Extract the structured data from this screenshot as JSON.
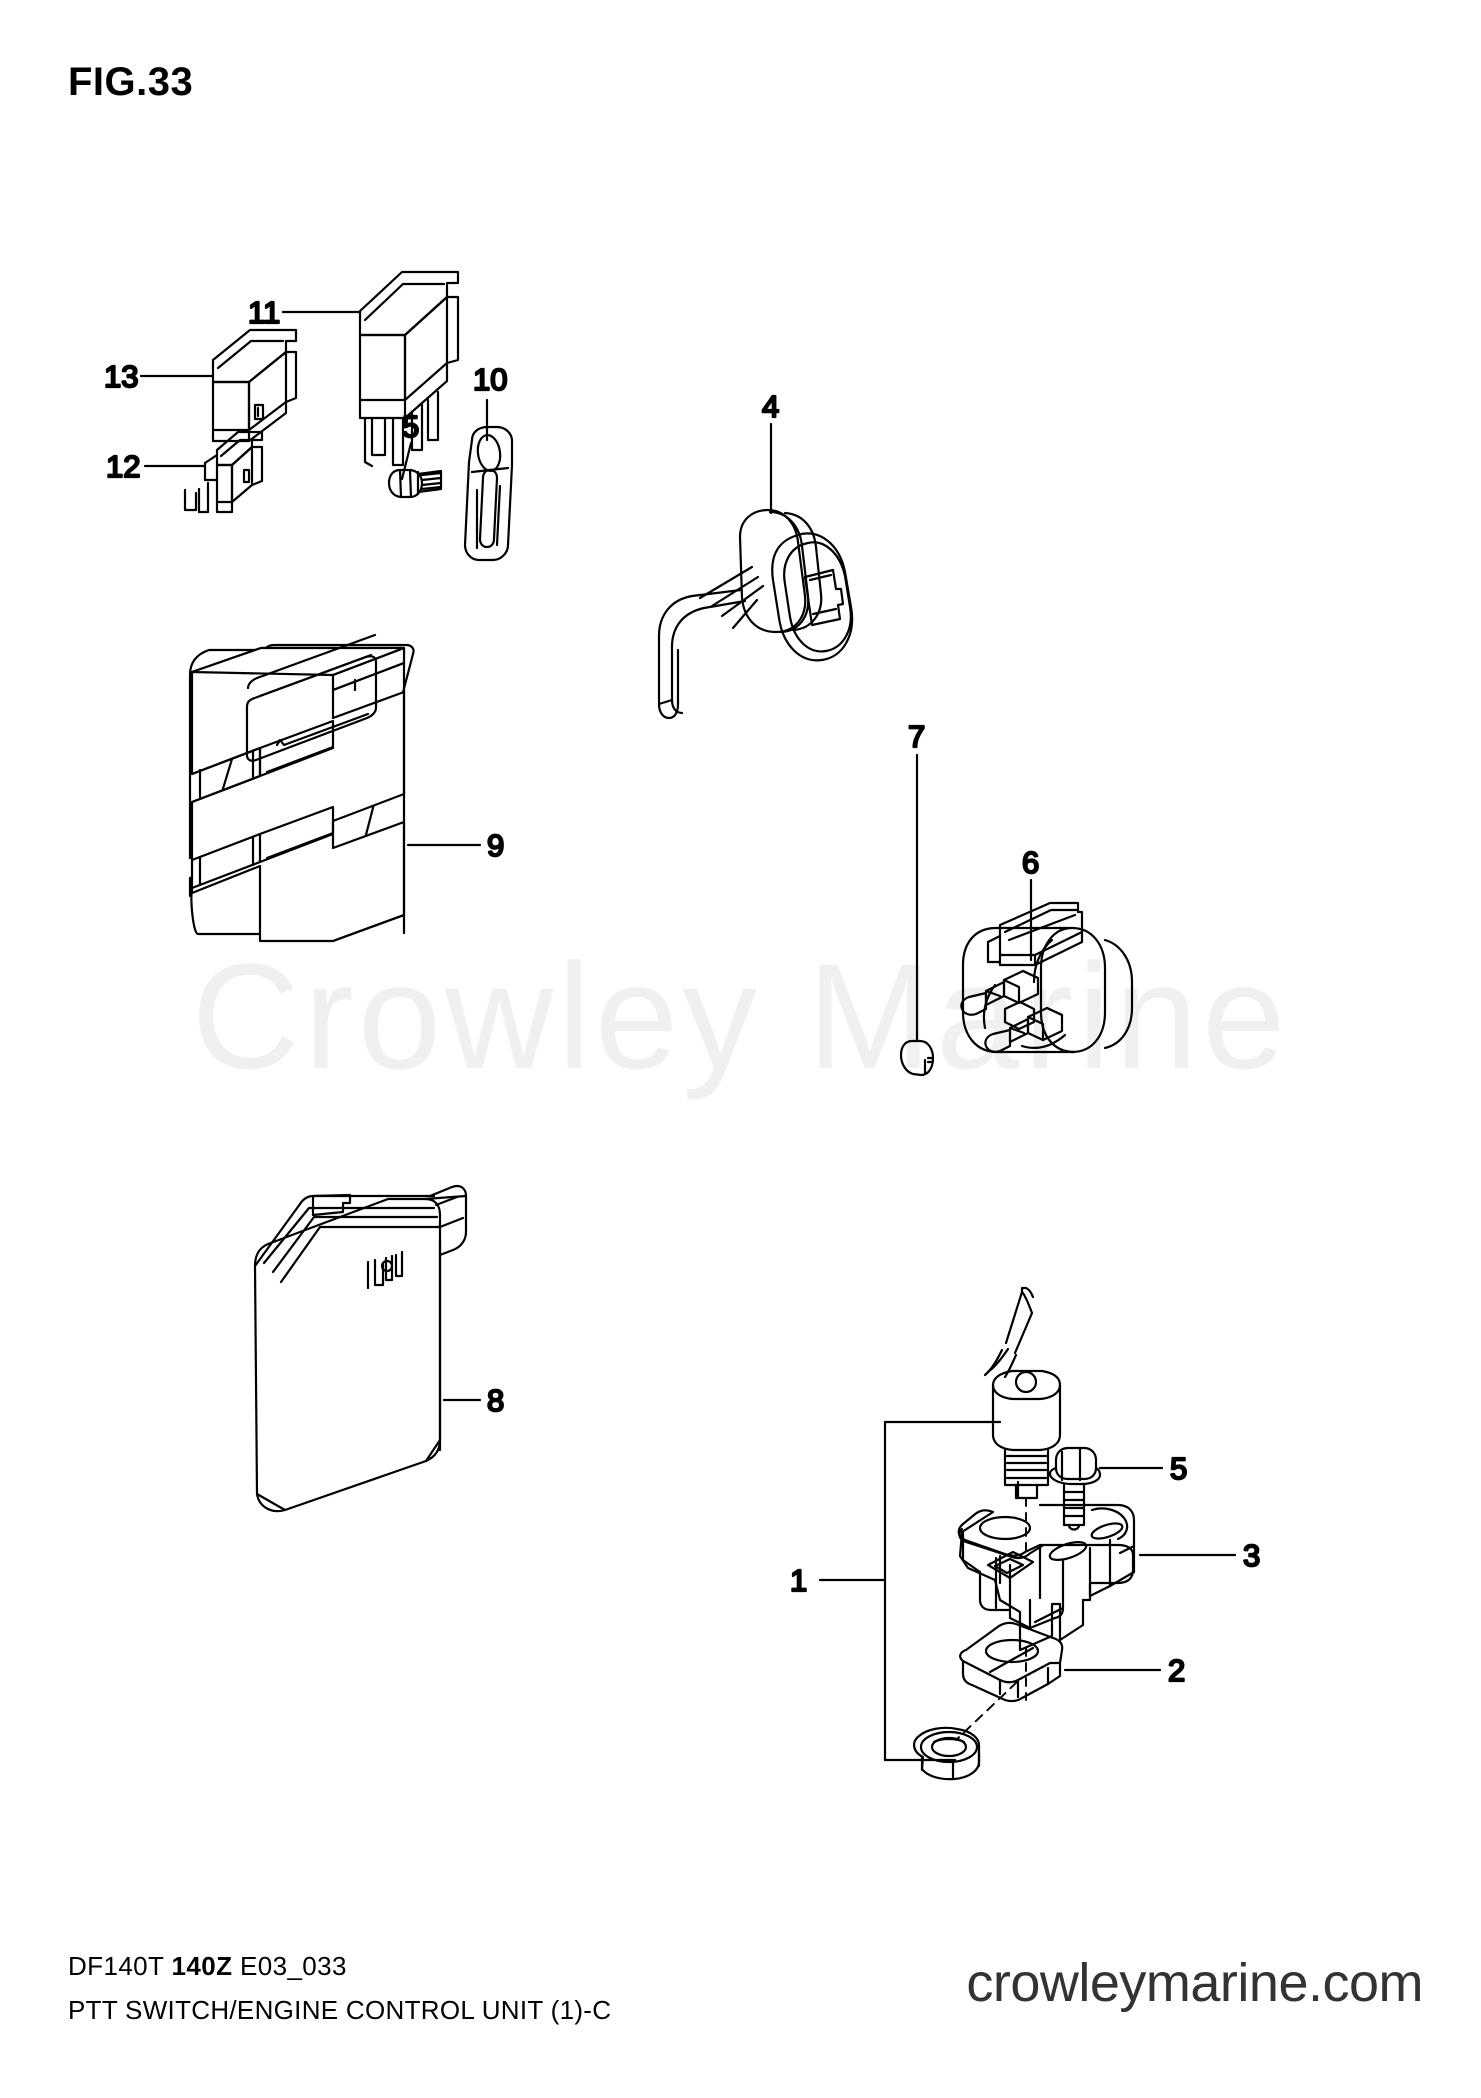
{
  "figure": {
    "title": "FIG.33",
    "watermark": "Crowley Marine"
  },
  "footer": {
    "model_prefix": "DF140T ",
    "model_bold": "140Z",
    "model_suffix": " E03_033",
    "model_full": "DF140T 140Z E03_033",
    "caption": "PTT SWITCH/ENGINE CONTROL UNIT (1)-C",
    "logo": "crowleymarine.com"
  },
  "callouts": [
    {
      "id": "callout-1",
      "label": "1",
      "part": "ptt-switch-assembly"
    },
    {
      "id": "callout-2",
      "label": "2",
      "part": "switch-plate"
    },
    {
      "id": "callout-3",
      "label": "3",
      "part": "switch-bracket"
    },
    {
      "id": "callout-4",
      "label": "4",
      "part": "ignition-switch"
    },
    {
      "id": "callout-5a",
      "label": "5",
      "part": "flange-bolt-upper"
    },
    {
      "id": "callout-5b",
      "label": "5",
      "part": "flange-bolt-lower"
    },
    {
      "id": "callout-6",
      "label": "6",
      "part": "terminal-connector"
    },
    {
      "id": "callout-7",
      "label": "7",
      "part": "terminal-cap"
    },
    {
      "id": "callout-8",
      "label": "8",
      "part": "engine-control-unit"
    },
    {
      "id": "callout-9",
      "label": "9",
      "part": "ecu-holder-bracket"
    },
    {
      "id": "callout-10",
      "label": "10",
      "part": "clamp-bracket"
    },
    {
      "id": "callout-11",
      "label": "11",
      "part": "relay-large"
    },
    {
      "id": "callout-12",
      "label": "12",
      "part": "relay-small"
    },
    {
      "id": "callout-13",
      "label": "13",
      "part": "relay-medium"
    }
  ]
}
